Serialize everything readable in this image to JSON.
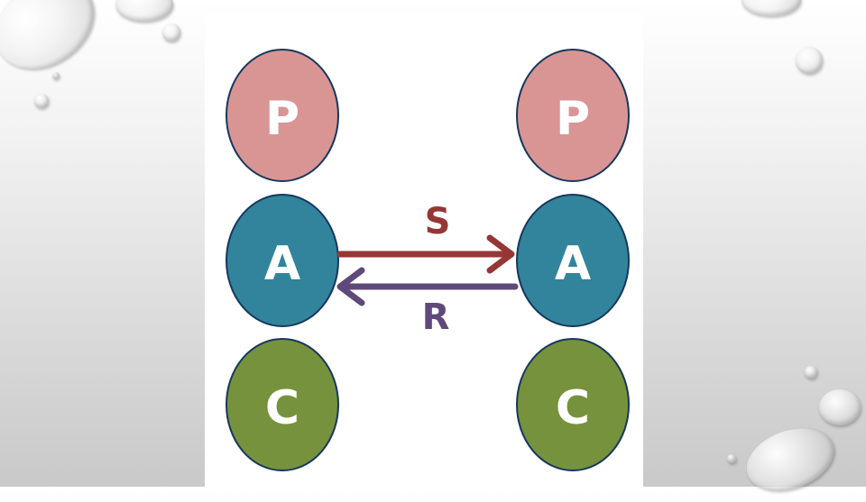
{
  "diagram": {
    "left_column": [
      {
        "label": "P",
        "color": "#d99594"
      },
      {
        "label": "A",
        "color": "#31849b"
      },
      {
        "label": "C",
        "color": "#76923c"
      }
    ],
    "right_column": [
      {
        "label": "P",
        "color": "#d99594"
      },
      {
        "label": "A",
        "color": "#31849b"
      },
      {
        "label": "C",
        "color": "#76923c"
      }
    ],
    "stimulus_arrow": {
      "label": "S",
      "color": "#953735",
      "direction": "left-to-right"
    },
    "response_arrow": {
      "label": "R",
      "color": "#5f497a",
      "direction": "right-to-left"
    },
    "node_outline_color": "#17375e"
  }
}
